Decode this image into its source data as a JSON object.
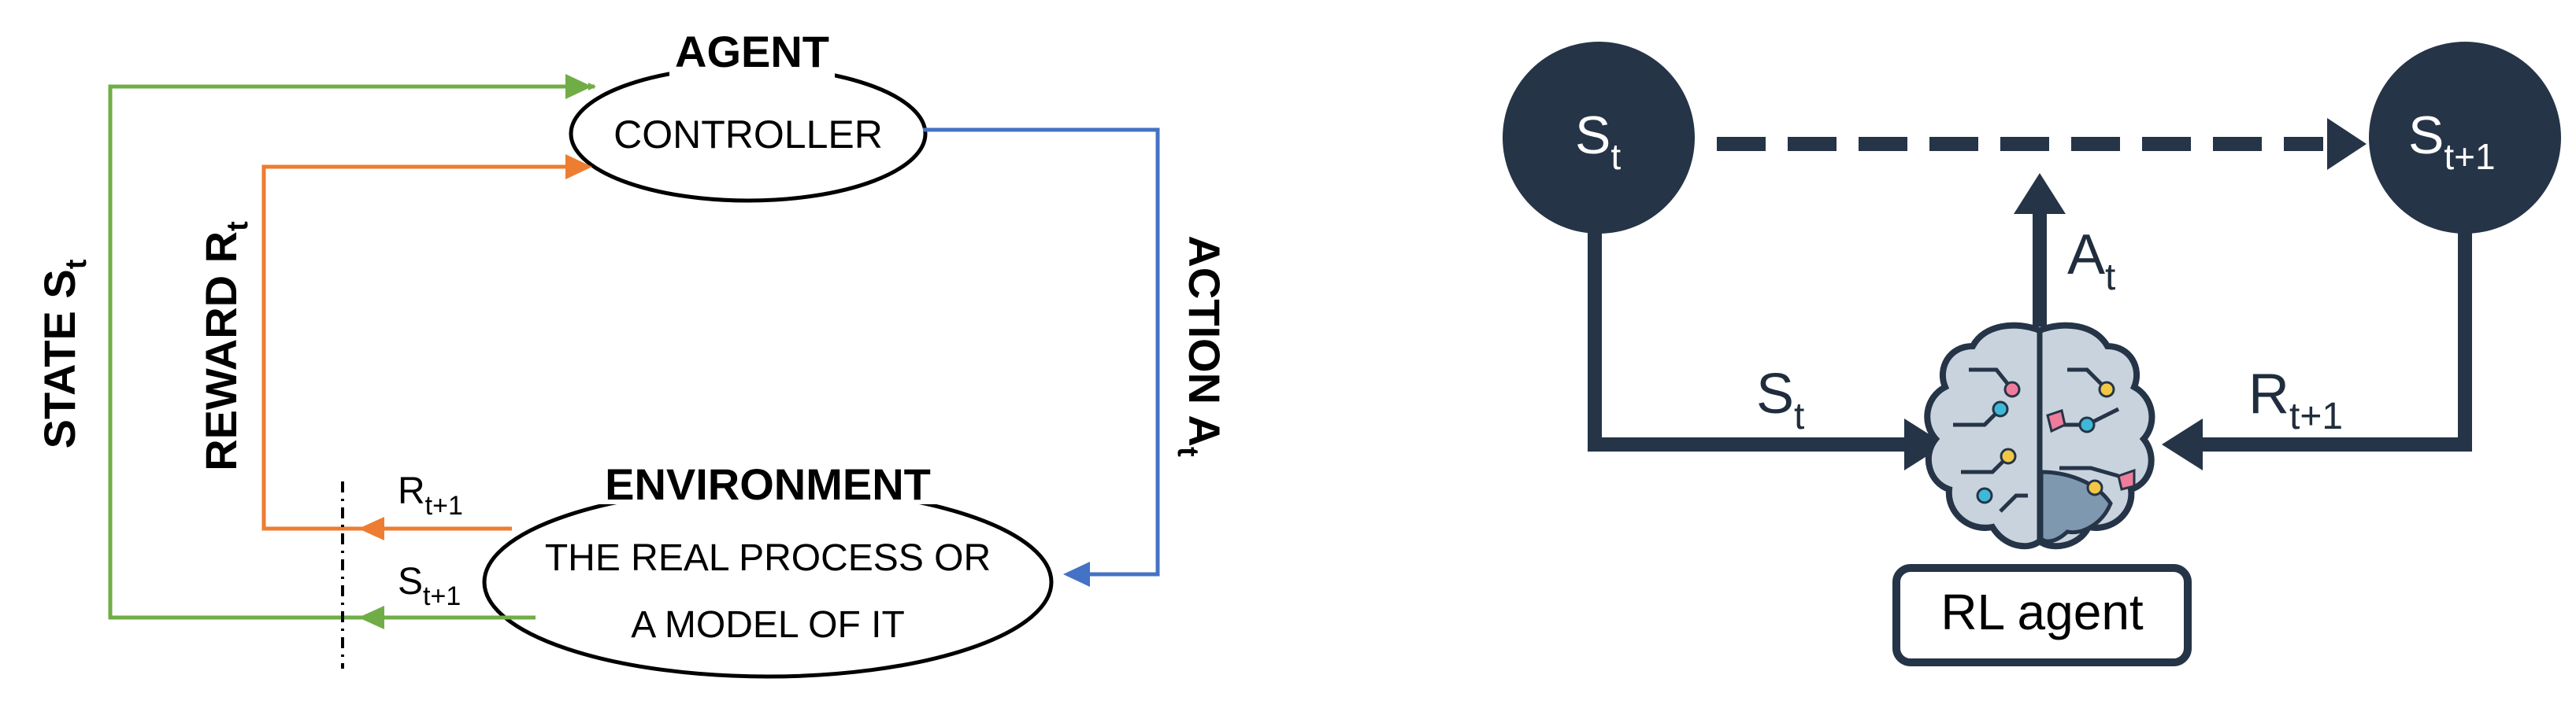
{
  "left_diagram": {
    "agent_title": "AGENT",
    "agent_box": "CONTROLLER",
    "environment_title": "ENVIRONMENT",
    "environment_line1": "THE REAL PROCESS OR",
    "environment_line2": "A MODEL OF IT",
    "state_label": "STATE S",
    "state_sub": "t",
    "reward_label": "REWARD R",
    "reward_sub": "t",
    "action_label": "ACTION A",
    "action_sub": "t",
    "reward_next_base": "R",
    "reward_next_sub": "t+1",
    "state_next_base": "S",
    "state_next_sub": "t+1",
    "colors": {
      "state": "#70ad47",
      "reward": "#ed7d31",
      "action": "#4472c4"
    }
  },
  "right_diagram": {
    "node_left_base": "S",
    "node_left_sub": "t",
    "node_right_base": "S",
    "node_right_sub": "t+1",
    "action_base": "A",
    "action_sub": "t",
    "state_in_base": "S",
    "state_in_sub": "t",
    "reward_in_base": "R",
    "reward_in_sub": "t+1",
    "agent_label": "RL agent",
    "agent_icon": "brain-circuit-icon",
    "colors": {
      "node": "#253447",
      "arrow": "#253447"
    }
  }
}
